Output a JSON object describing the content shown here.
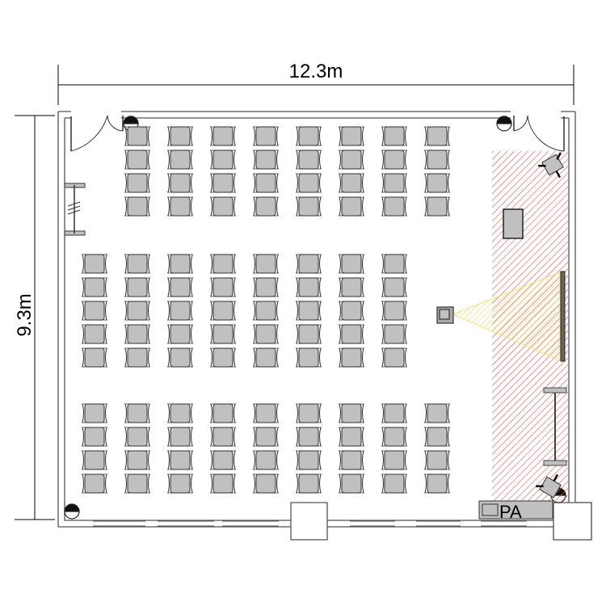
{
  "dimensions": {
    "width_label": "12.3m",
    "height_label": "9.3m"
  },
  "equipment": {
    "pa_label": "PA"
  },
  "seating": {
    "blocks": [
      {
        "name": "front-block",
        "rows": 4,
        "cols": 8
      },
      {
        "name": "middle-block",
        "rows": 5,
        "cols": 8
      },
      {
        "name": "rear-block",
        "rows": 4,
        "cols": 9
      }
    ]
  },
  "colors": {
    "chair_fill": "#c0c0c0",
    "stage_hatch": "#e05050",
    "projection_beam": "#f5e060",
    "wall": "#555555"
  }
}
